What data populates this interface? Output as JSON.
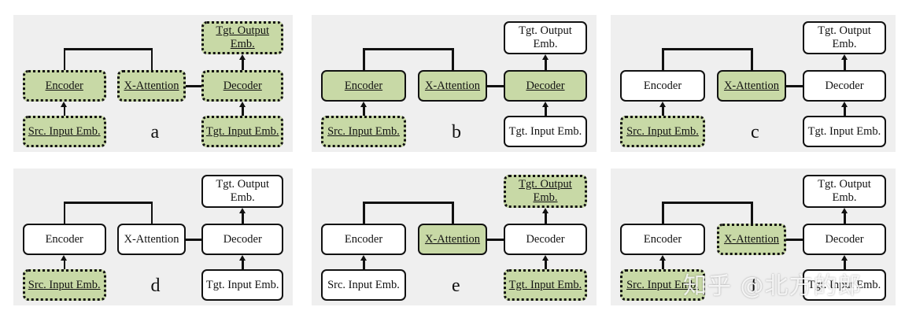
{
  "panels": [
    {
      "label": "a",
      "encoder": {
        "text": "Encoder",
        "style": "green dotted ul"
      },
      "xatt": {
        "text": "X-Attention",
        "style": "green dotted ul"
      },
      "decoder": {
        "text": "Decoder",
        "style": "green dotted ul"
      },
      "src": {
        "text": "Src. Input Emb.",
        "style": "green dotted ul"
      },
      "tgtin": {
        "text": "Tgt. Input Emb.",
        "style": "green dotted ul"
      },
      "tgtout": {
        "text": "Tgt. Output Emb.",
        "style": "green dotted ul"
      }
    },
    {
      "label": "b",
      "encoder": {
        "text": "Encoder",
        "style": "green ul"
      },
      "xatt": {
        "text": "X-Attention",
        "style": "green ul"
      },
      "decoder": {
        "text": "Decoder",
        "style": "green ul"
      },
      "src": {
        "text": "Src. Input Emb.",
        "style": "green dotted ul"
      },
      "tgtin": {
        "text": "Tgt. Input Emb.",
        "style": ""
      },
      "tgtout": {
        "text": "Tgt. Output Emb.",
        "style": ""
      }
    },
    {
      "label": "c",
      "encoder": {
        "text": "Encoder",
        "style": ""
      },
      "xatt": {
        "text": "X-Attention",
        "style": "green ul"
      },
      "decoder": {
        "text": "Decoder",
        "style": ""
      },
      "src": {
        "text": "Src. Input Emb.",
        "style": "green dotted ul"
      },
      "tgtin": {
        "text": "Tgt. Input Emb.",
        "style": ""
      },
      "tgtout": {
        "text": "Tgt. Output Emb.",
        "style": ""
      }
    },
    {
      "label": "d",
      "encoder": {
        "text": "Encoder",
        "style": ""
      },
      "xatt": {
        "text": "X-Attention",
        "style": ""
      },
      "decoder": {
        "text": "Decoder",
        "style": ""
      },
      "src": {
        "text": "Src. Input Emb.",
        "style": "green dotted ul"
      },
      "tgtin": {
        "text": "Tgt. Input Emb.",
        "style": ""
      },
      "tgtout": {
        "text": "Tgt. Output Emb.",
        "style": ""
      }
    },
    {
      "label": "e",
      "encoder": {
        "text": "Encoder",
        "style": ""
      },
      "xatt": {
        "text": "X-Attention",
        "style": "green ul"
      },
      "decoder": {
        "text": "Decoder",
        "style": ""
      },
      "src": {
        "text": "Src. Input Emb.",
        "style": ""
      },
      "tgtin": {
        "text": "Tgt. Input Emb.",
        "style": "green dotted ul"
      },
      "tgtout": {
        "text": "Tgt. Output Emb.",
        "style": "green dotted ul"
      }
    },
    {
      "label": "f",
      "encoder": {
        "text": "Encoder",
        "style": ""
      },
      "xatt": {
        "text": "X-Attention",
        "style": "green dotted ul"
      },
      "decoder": {
        "text": "Decoder",
        "style": ""
      },
      "src": {
        "text": "Src. Input Emb.",
        "style": "green dotted ul"
      },
      "tgtin": {
        "text": "Tgt. Input Emb.",
        "style": ""
      },
      "tgtout": {
        "text": "Tgt. Output Emb.",
        "style": ""
      }
    }
  ],
  "watermark": "知乎 @北方的郎"
}
